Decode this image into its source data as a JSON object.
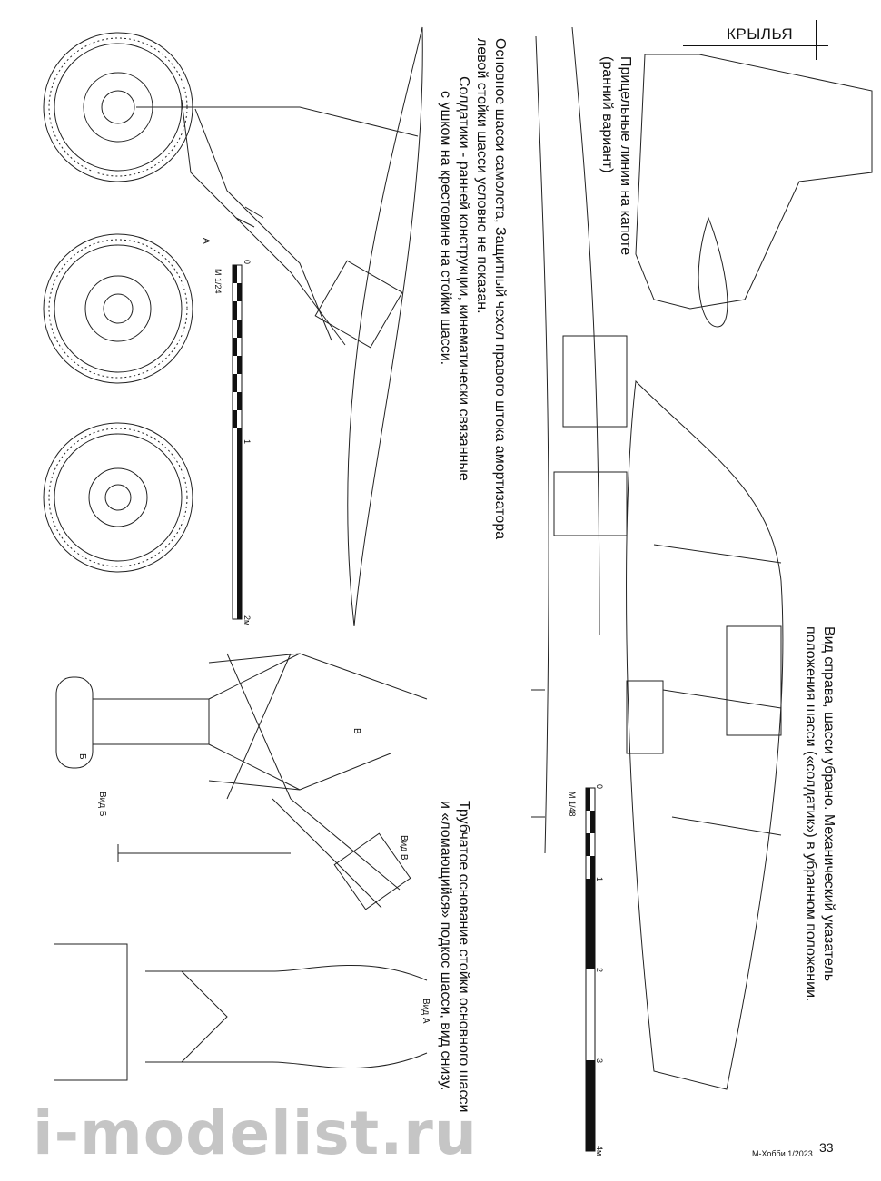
{
  "header": {
    "section": "КРЫЛЬЯ"
  },
  "captions": {
    "right_view": [
      "Вид справа, шасси убрано. Механический указатель",
      "положения шасси («солдатик») в убранном положении."
    ],
    "sight_lines": [
      "Прицельные линии на капоте",
      "(ранний вариант)"
    ],
    "main_gear": [
      "Основное шасси самолета, Защитный чехол правого штока амортизатора",
      "левой стойки шасси условно не показан.",
      "Солдатики - ранней конструкции, кинематически связанные",
      "с ушком на крестовине на стойки шасси."
    ],
    "tubular_base": [
      "Трубчатое основание стойки основного шасси",
      "и «ломающийся» подкос шасси, вид снизу."
    ]
  },
  "views": {
    "view_a": "Вид А",
    "view_b": "Вид В",
    "view_v": "Вид Б"
  },
  "arrows": {
    "a": "А",
    "b": "В",
    "v": "Б"
  },
  "scale_1_24": {
    "label": "М 1/24",
    "ticks": [
      "0",
      "1",
      "2м"
    ]
  },
  "scale_1_48": {
    "label": "М 1/48",
    "ticks": [
      "0",
      "1",
      "2",
      "3",
      "4м"
    ]
  },
  "footer": {
    "journal": "М-Хобби 1/2023",
    "page_number": "33"
  },
  "watermark": "i-modelist.ru"
}
